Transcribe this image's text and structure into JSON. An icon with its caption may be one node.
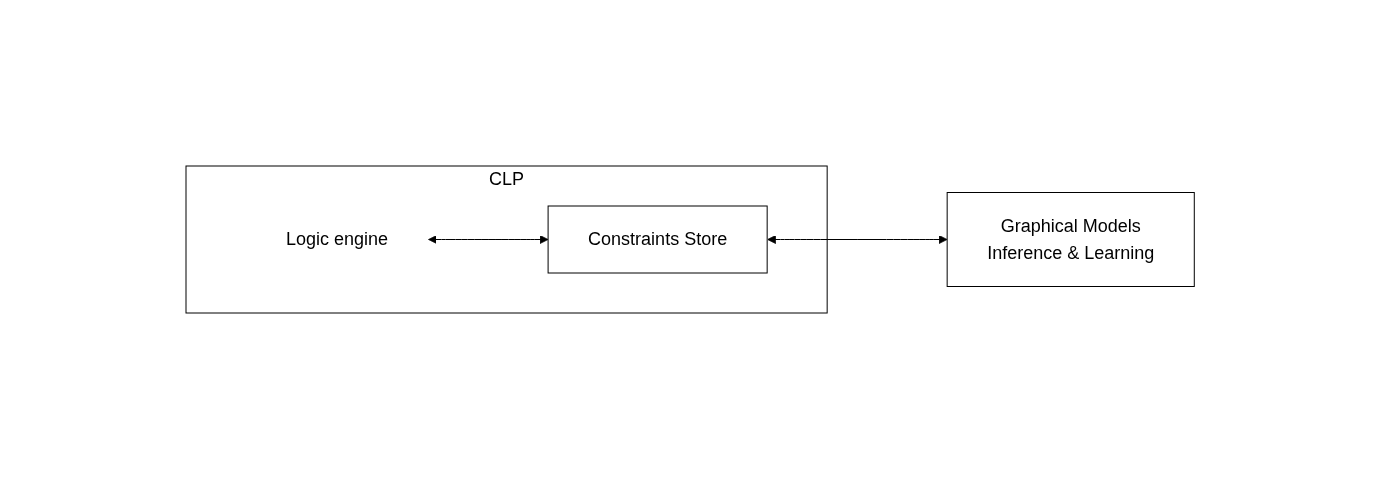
{
  "diagram": {
    "nodes": [
      {
        "text": [
          "CLP"
        ]
      },
      {
        "text": [
          "Logic engine"
        ],
        "in": 0
      },
      {
        "text": [
          "Constraints Store"
        ],
        "in": 0
      },
      {
        "text": [
          "Graphical Models",
          "Inference & Learning"
        ]
      }
    ],
    "edges": [
      {
        "from": 1,
        "to": 2,
        "arrow": "both"
      },
      {
        "from": 2,
        "to": 3,
        "arrow": "both"
      }
    ]
  }
}
